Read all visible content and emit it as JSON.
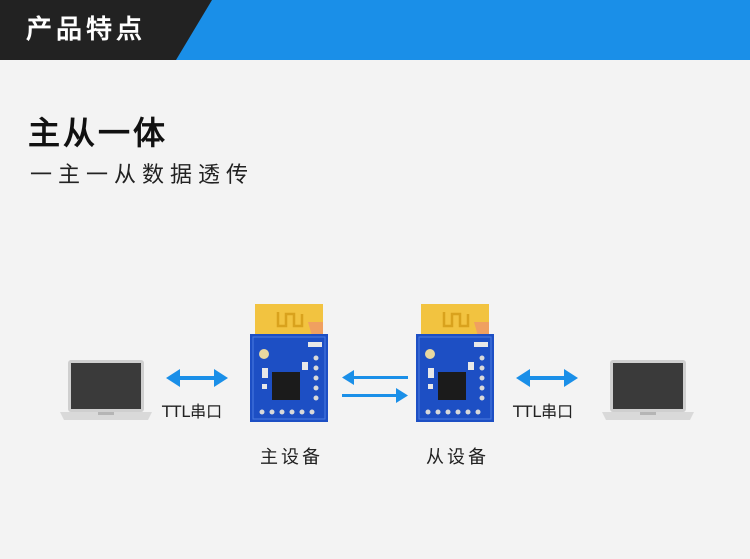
{
  "header": {
    "title": "产品特点",
    "colors": {
      "dark": "#222222",
      "accent": "#1a8fe8"
    }
  },
  "section": {
    "title": "主从一体",
    "subtitle": "一主一从数据透传"
  },
  "diagram": {
    "left_link_label": "TTL串口",
    "right_link_label": "TTL串口",
    "master_label": "主设备",
    "slave_label": "从设备",
    "arrow_color": "#1a8fe8"
  }
}
